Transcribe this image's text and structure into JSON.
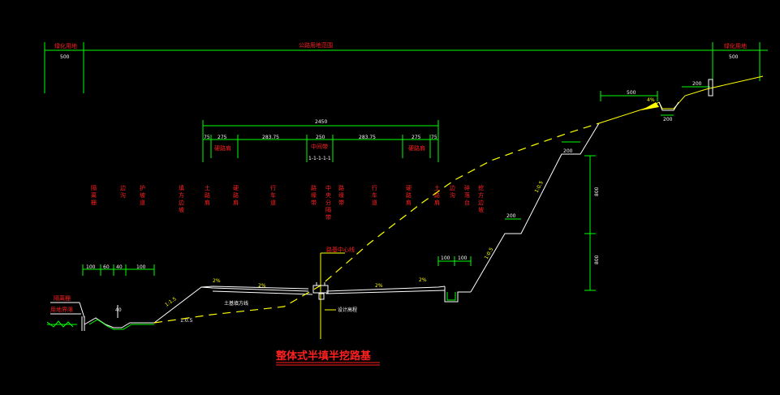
{
  "title": "整体式半填半挖路基",
  "colors": {
    "background": "#000000",
    "dim": "#00ff00",
    "profile": "#ffffff",
    "ground": "#ffff00",
    "label": "#ff2020"
  },
  "top_dims": {
    "left_label": "绿化用地",
    "left_value": "500",
    "center_label": "公路用地范围",
    "right_label": "绿化用地",
    "right_value": "500"
  },
  "road_dims": {
    "total": "2450",
    "seg1": "75",
    "seg2": "275",
    "seg3": "283.75",
    "seg4": "250",
    "seg5": "283.75",
    "seg6": "275",
    "seg7": "75",
    "left_band": "硬路肩",
    "median": "中间带",
    "median_sub": "1-1-1-1-1",
    "right_band": "硬路肩"
  },
  "vertical_labels": [
    "隔离栅",
    "边沟",
    "护坡道",
    "填方边坡",
    "土路肩",
    "硬路肩",
    "行车道",
    "路缘带",
    "中央分隔带",
    "路缘带",
    "行车道",
    "硬路肩",
    "土路肩",
    "边沟",
    "碎落台",
    "挖方边坡"
  ],
  "left_dims": {
    "a": "100",
    "b": "60",
    "c": "40",
    "d": "100"
  },
  "left_labels": {
    "fence": "隔离栅",
    "boundary": "用地界限"
  },
  "slope_labels": {
    "fill_slope": "1:1.5",
    "cut_slope": "1:0.5"
  },
  "center_labels": {
    "center_line": "路基中心线",
    "design_line": "设计高程",
    "subgrade": "土基填方线"
  },
  "right_dims": {
    "d1": "100",
    "d2": "100",
    "platform1": "200",
    "platform2": "200",
    "platform3": "200",
    "h1": "800",
    "h2": "800",
    "top_dim": "500",
    "right_dim": "200"
  },
  "slopes": {
    "s1": "2%",
    "s2": "2%",
    "s3": "2%",
    "s4": "2%",
    "s5": "4%"
  }
}
